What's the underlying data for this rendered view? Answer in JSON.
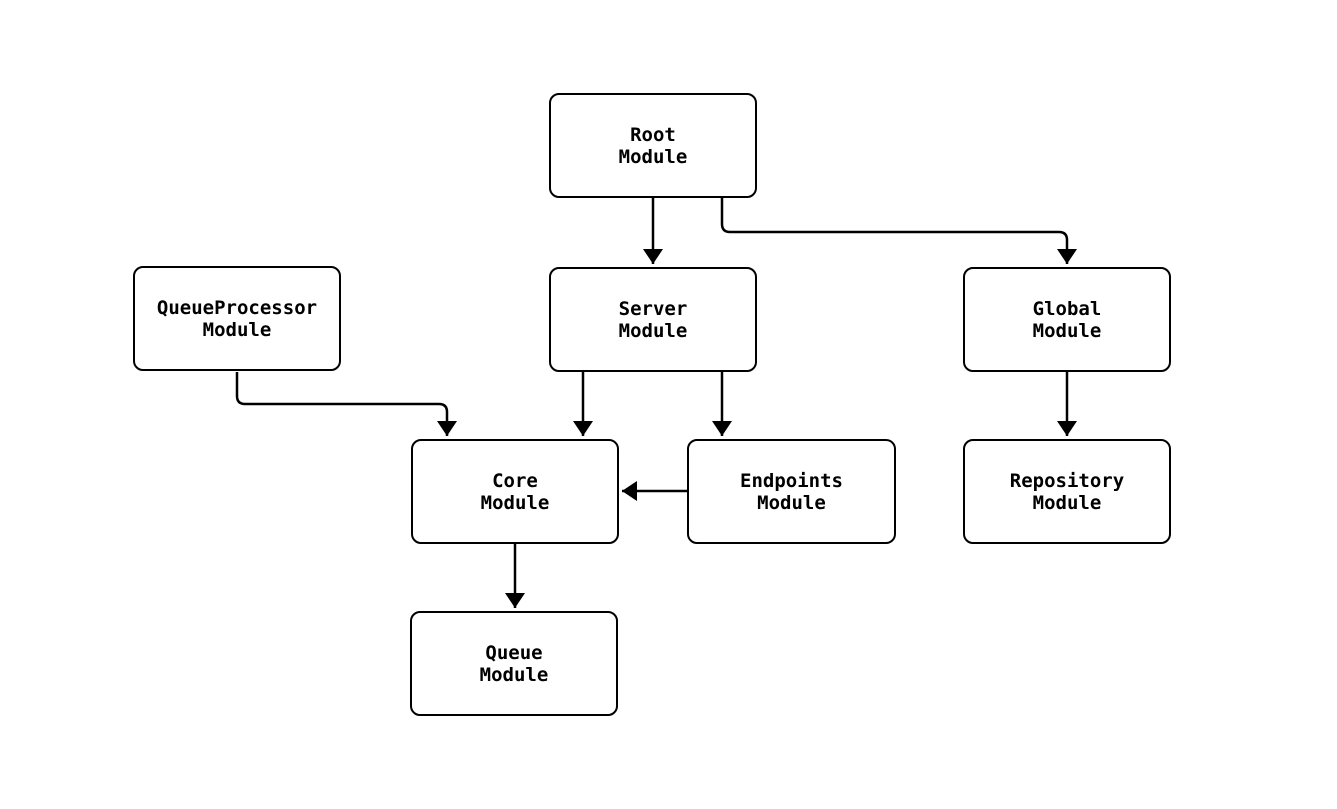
{
  "diagram": {
    "type": "module-dependency-flowchart",
    "background_color": "#ffffff",
    "node_fill_color": "#ffffff",
    "node_border_color": "#000000",
    "edge_color": "#000000",
    "text_color": "#000000",
    "nodes": [
      {
        "id": "root",
        "label": "Root\nModule"
      },
      {
        "id": "queueprocessor",
        "label": "QueueProcessor\nModule"
      },
      {
        "id": "server",
        "label": "Server\nModule"
      },
      {
        "id": "global",
        "label": "Global\nModule"
      },
      {
        "id": "core",
        "label": "Core\nModule"
      },
      {
        "id": "endpoints",
        "label": "Endpoints\nModule"
      },
      {
        "id": "repository",
        "label": "Repository\nModule"
      },
      {
        "id": "queue",
        "label": "Queue\nModule"
      }
    ],
    "edges": [
      {
        "from": "Root Module",
        "to": "Server Module"
      },
      {
        "from": "Root Module",
        "to": "Global Module"
      },
      {
        "from": "QueueProcessor Module",
        "to": "Core Module"
      },
      {
        "from": "Server Module",
        "to": "Core Module"
      },
      {
        "from": "Server Module",
        "to": "Endpoints Module"
      },
      {
        "from": "Global Module",
        "to": "Repository Module"
      },
      {
        "from": "Endpoints Module",
        "to": "Core Module"
      },
      {
        "from": "Core Module",
        "to": "Queue Module"
      }
    ]
  }
}
